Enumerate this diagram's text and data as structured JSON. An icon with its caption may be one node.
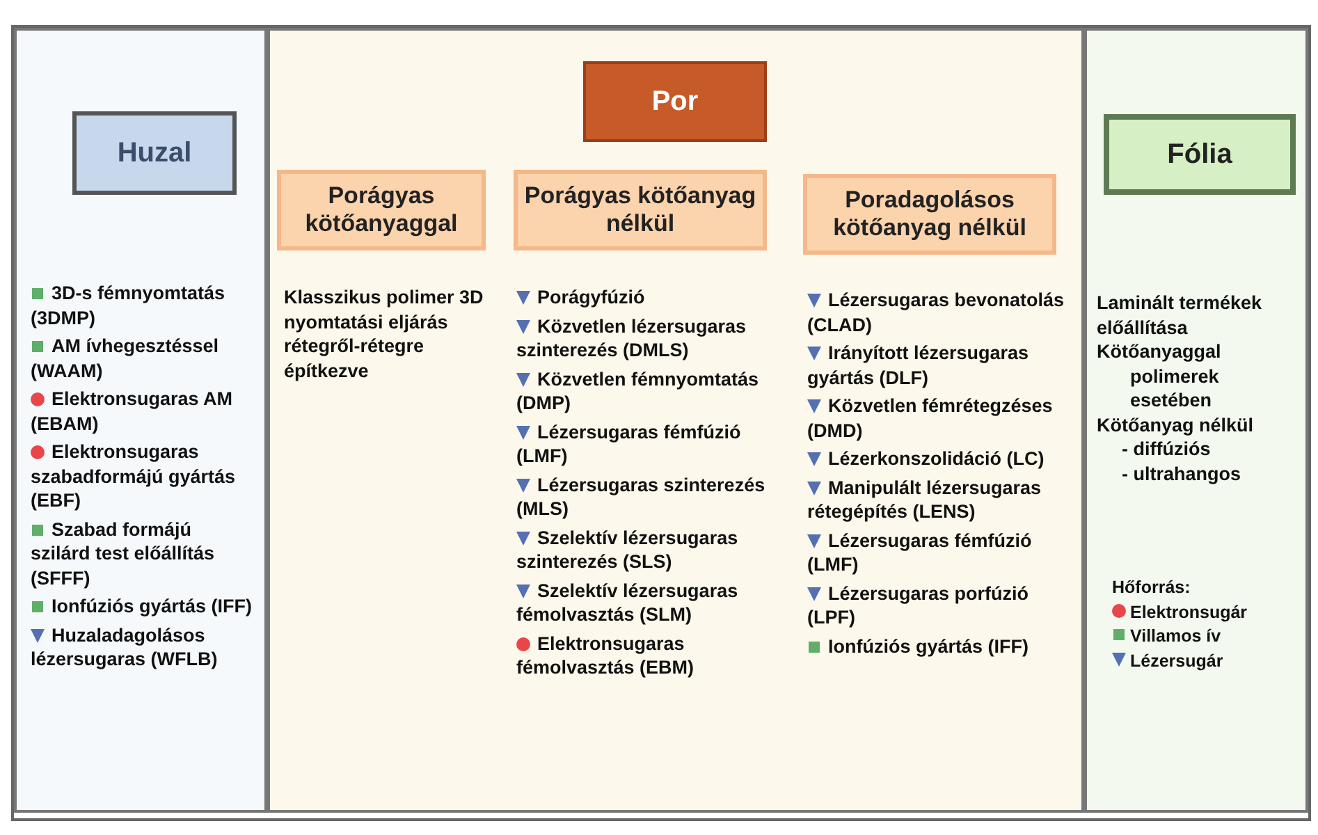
{
  "diagram": {
    "nodes": [
      {
        "text": [],
        "shape": "box"
      },
      {
        "text": [
          "Huzal"
        ],
        "in": 0
      },
      {
        "text": [],
        "shape": "box"
      },
      {
        "text": [
          "Por"
        ],
        "in": 2
      },
      {
        "text": [
          "Porágyas kötőanyaggal"
        ],
        "in": 2
      },
      {
        "text": [
          "Porágyas kötőanyag nélkül"
        ],
        "in": 2
      },
      {
        "text": [
          "Poradagolásos kötőanyag nélkül"
        ],
        "in": 2
      },
      {
        "text": [],
        "shape": "box"
      },
      {
        "text": [
          "Fólia"
        ],
        "in": 7
      }
    ],
    "edges": [],
    "labels": [
      "3D-s fémnyomtatás (3DMP)",
      "AM ívhegesztéssel (WAAM)",
      "Elektronsugaras AM (EBAM)",
      "Elektronsugaras szabadformájú gyártás (EBF)",
      "Szabad formájú szilárd test előállítás (SFFF)",
      "Ionfúziós gyártás (IFF)",
      "Huzaladagolásos lézersugaras (WFLB)",
      "Klasszikus polimer 3D nyomtatási eljárás rétegről-rétegre építkezve",
      "Porágyfúzió",
      "Közvetlen lézersugaras szinterezés (DMLS)",
      "Közvetlen fémnyomtatás (DMP)",
      "Lézersugaras fémfúzió (LMF)",
      "Lézersugaras szinterezés (MLS)",
      "Szelektív lézersugaras szinterezés (SLS)",
      "Szelektív lézersugaras fémolvasztás (SLM)",
      "Elektronsugaras fémolvasztás (EBM)",
      "Lézersugaras bevonatolás (CLAD)",
      "Irányított lézersugaras gyártás (DLF)",
      "Közvetlen fémrétegzéses (DMD)",
      "Lézerkonszolidáció (LC)",
      "Manipulált lézersugaras rétegépítés (LENS)",
      "Lézersugaras fémfúzió (LMF)",
      "Lézersugaras porfúzió (LPF)",
      "Ionfúziós gyártás (IFF)",
      "Laminált termékek előállítása",
      "Kötőanyaggal",
      "polimerek esetében",
      "Kötőanyag nélkül",
      "- diffúziós",
      "- ultrahangos",
      "Hőforrás:"
    ],
    "legend": [
      {
        "text": "Elektronsugár",
        "color": "#e8464a"
      },
      {
        "text": "Villamos ív",
        "color": "#5fae6a"
      },
      {
        "text": "Lézersugár",
        "color": "#5470b0"
      }
    ]
  }
}
